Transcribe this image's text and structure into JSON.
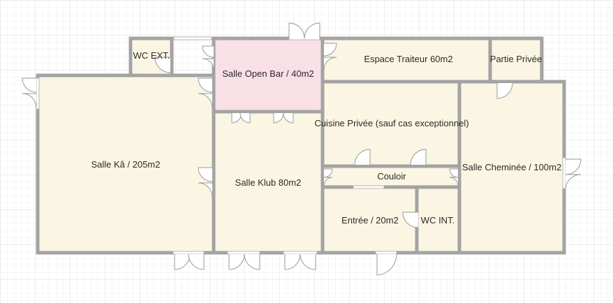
{
  "colors": {
    "floor": "#fbf6e3",
    "floor_highlight": "#f9dfe6",
    "wall": "#a3a3a3",
    "grid_minor": "#ececec",
    "grid_major": "#dcdcdc",
    "door_line": "#9a9a9a"
  },
  "rooms": {
    "wc_ext": "WC EXT.",
    "open_bar": "Salle Open Bar / 40m2",
    "traiteur": "Espace Traiteur 60m2",
    "partie_privee": "Partie Privée",
    "salle_ka": "Salle Kâ / 205m2",
    "cuisine": "Cuisine Privée (sauf cas exceptionnel)",
    "salle_klub": "Salle Klub 80m2",
    "couloir": "Couloir",
    "cheminee": "Salle Cheminée / 100m2",
    "entree": "Entrée / 20m2",
    "wc_int": "WC INT."
  }
}
